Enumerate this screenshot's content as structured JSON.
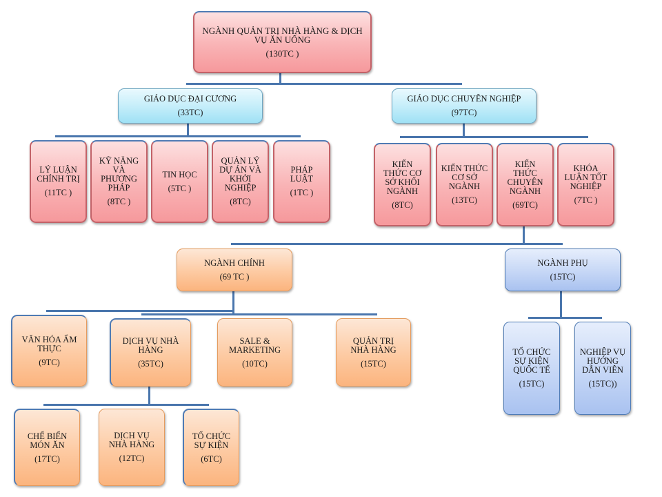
{
  "diagram": {
    "title": "Ngành Quản trị Nhà hàng & Dịch vụ Ăn uống - cơ cấu chương trình",
    "colors": {
      "connector": "#4a76ad",
      "root_fill": "#f9b3b5",
      "group_fill": "#c6eefa",
      "module_fill": "#f9b3b5",
      "major_fill": "#fdcaa2",
      "minor_fill": "#c6d7f6"
    },
    "root": {
      "label": "NGÀNH QUẢN TRỊ NHÀ HÀNG & DỊCH VỤ ĂN UỐNG",
      "credits": "(130TC )"
    },
    "general": {
      "label": "GIÁO DỤC ĐẠI CƯƠNG",
      "credits": "(33TC)",
      "children": [
        {
          "label": "LÝ LUẬN CHÍNH TRỊ",
          "credits": "(11TC )"
        },
        {
          "label": "KỸ NĂNG VÀ PHƯƠNG PHÁP",
          "credits": "(8TC )"
        },
        {
          "label": "TIN HỌC",
          "credits": "(5TC )"
        },
        {
          "label": "QUẢN LÝ DỰ ÁN VÀ KHỞI NGHIỆP",
          "credits": "(8TC)"
        },
        {
          "label": "PHÁP LUẬT",
          "credits": "(1TC )"
        }
      ]
    },
    "professional": {
      "label": "GIÁO DỤC CHUYÊN NGHIỆP",
      "credits": "(97TC)",
      "children": [
        {
          "label": "KIẾN THỨC CƠ SỞ KHỐI NGÀNH",
          "credits": "(8TC)"
        },
        {
          "label": "KIẾN THỨC CƠ SỞ NGÀNH",
          "credits": "(13TC)"
        },
        {
          "label": "KIẾN THỨC CHUYÊN NGÀNH",
          "credits": "(69TC)"
        },
        {
          "label": "KHÓA LUẬN TỐT NGHIỆP",
          "credits": "(7TC )"
        }
      ]
    },
    "major": {
      "label": "NGÀNH CHÍNH",
      "credits": "(69 TC )",
      "children": [
        {
          "label": "VĂN HÓA ẨM THỰC",
          "credits": "(9TC)"
        },
        {
          "label": "DỊCH VỤ NHÀ HÀNG",
          "credits": "(35TC)",
          "children": [
            {
              "label": "CHẾ BIẾN MÓN ĂN",
              "credits": "(17TC)"
            },
            {
              "label": "DỊCH VỤ NHÀ HÀNG",
              "credits": "(12TC)"
            },
            {
              "label": "TỔ CHỨC SỰ KIỆN",
              "credits": "(6TC)"
            }
          ]
        },
        {
          "label": "SALE & MARKETING",
          "credits": "(10TC)"
        },
        {
          "label": "QUẢN TRỊ NHÀ HÀNG",
          "credits": "(15TC)"
        }
      ]
    },
    "minor": {
      "label": "NGÀNH PHỤ",
      "credits": "(15TC)",
      "children": [
        {
          "label": "TỔ CHỨC SỰ KIỆN QUỐC TẾ",
          "credits": "(15TC)"
        },
        {
          "label": "NGHIỆP VỤ HƯỚNG DẪN VIÊN",
          "credits": "(15TC))"
        }
      ]
    }
  }
}
